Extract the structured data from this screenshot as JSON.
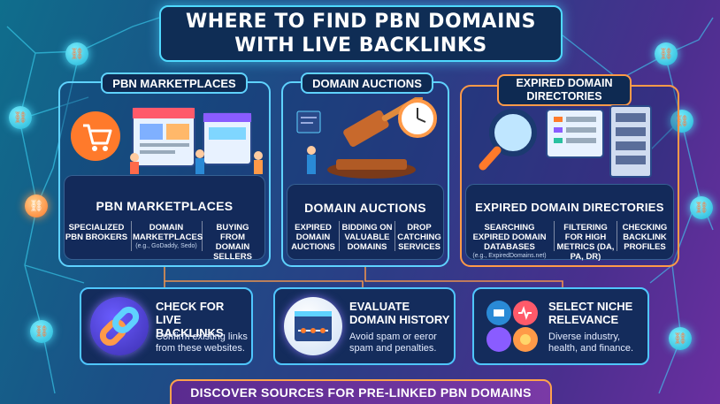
{
  "title": {
    "line1": "Where to Find PBN Domains",
    "line2": "with Live Backlinks"
  },
  "sections": [
    {
      "tag": "PBN Marketplaces",
      "card_title": "PBN Marketplaces",
      "columns": [
        {
          "text": "Specialized PBN Brokers",
          "note": ""
        },
        {
          "text": "Domain Marketplaces",
          "note": "(e.g., GoDaddy, Sedo)"
        },
        {
          "text": "Buying from Domain Sellers",
          "note": ""
        }
      ]
    },
    {
      "tag": "Domain Auctions",
      "card_title": "Domain Auctions",
      "columns": [
        {
          "text": "Expired Domain Auctions",
          "note": ""
        },
        {
          "text": "Bidding on Valuable Domains",
          "note": ""
        },
        {
          "text": "Drop Catching Services",
          "note": ""
        }
      ]
    },
    {
      "tag": "Expired Domain Directories",
      "card_title": "Expired Domain Directories",
      "columns": [
        {
          "text": "Searching Expired Domain Databases",
          "note": "(e.g., ExpiredDomains.net)"
        },
        {
          "text": "Filtering for High Metrics (DA, PA, DR)",
          "note": ""
        },
        {
          "text": "Checking Backlink Profiles",
          "note": ""
        }
      ]
    }
  ],
  "features": [
    {
      "title": "Check for Live Backlinks",
      "desc": "Confirm existing links from these websites.",
      "icon": "chain-link-icon"
    },
    {
      "title": "Evaluate Domain History",
      "desc": "Avoid spam or eeror spam and penalties.",
      "icon": "browser-timeline-icon"
    },
    {
      "title": "Select Niche Relevance",
      "desc": "Diverse industry, health, and finance.",
      "icon": "niche-grid-icon"
    }
  ],
  "footer": {
    "banner": "Discover Sources for Pre-Linked PBN Domains"
  },
  "colors": {
    "accent_cyan": "#4fd9ff",
    "accent_orange": "#ff9a48",
    "panel_dark": "#132a5a"
  }
}
